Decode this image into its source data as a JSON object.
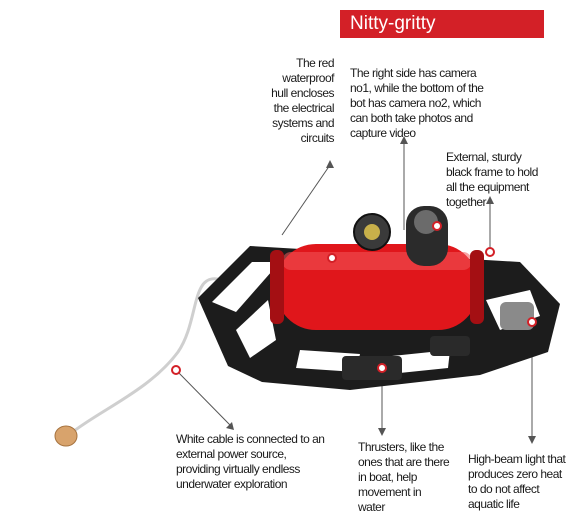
{
  "banner": {
    "title": "Nitty-gritty",
    "color": "#d32027"
  },
  "captions": {
    "hull": "The red waterproof hull encloses the electrical systems and circuits",
    "cameras": "The right side has camera no1, while the bottom of the bot has camera no2, which can both take photos and capture video",
    "frame": "External, sturdy black frame to hold all the equipment together",
    "cable": "White cable is connected to an external power source, providing virtually endless underwater exploration",
    "thrusters": "Thrusters, like the ones that are there in boat, help movement in water",
    "light": "High-beam light that produces zero heat to do not affect aquatic life"
  },
  "colors": {
    "hull": "#e0161b",
    "frame": "#1c1c1c",
    "marker": "#d32027"
  }
}
